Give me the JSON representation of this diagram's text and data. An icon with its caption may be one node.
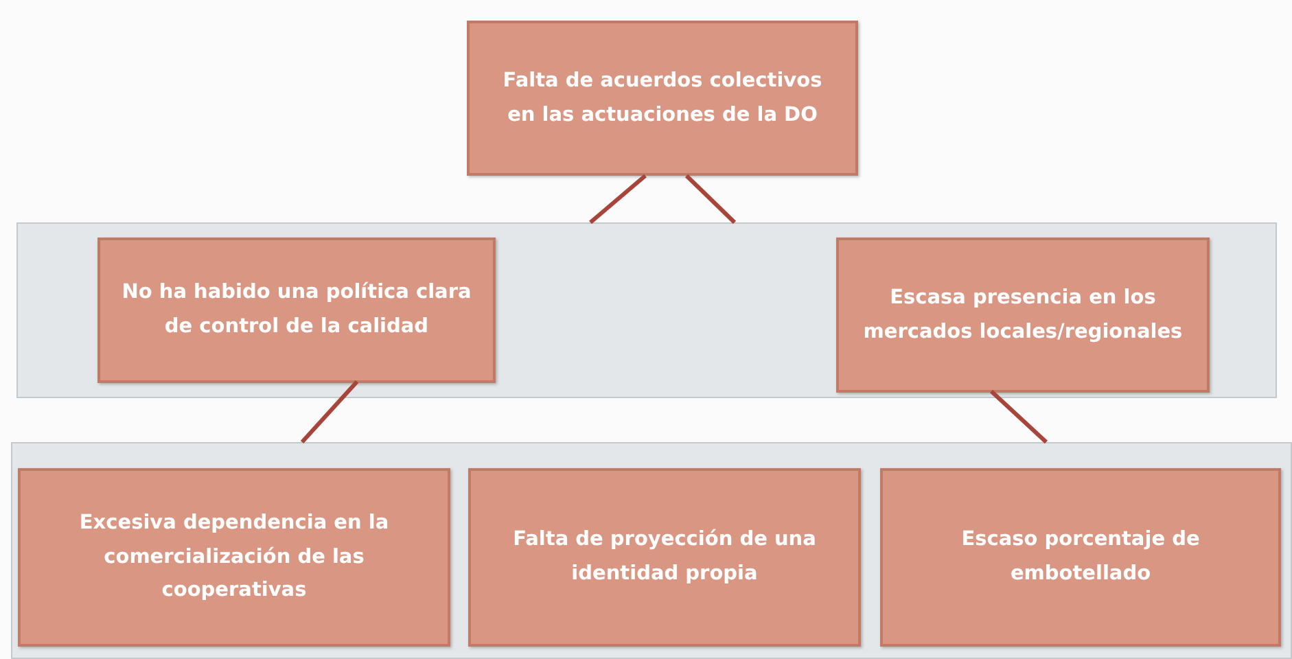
{
  "diagram": {
    "nodes": [
      {
        "text": [
          "Falta de acuerdos colectivos en las actuaciones de la DO"
        ]
      },
      {
        "text": [],
        "shape": "box"
      },
      {
        "text": [
          "No ha habido una política clara de control de la calidad"
        ],
        "in": 1
      },
      {
        "text": [
          "Escasa presencia en los mercados locales/regionales"
        ],
        "in": 1
      },
      {
        "text": [],
        "shape": "box"
      },
      {
        "text": [
          "Excesiva dependencia en la comercialización de las cooperativas"
        ],
        "in": 4
      },
      {
        "text": [
          "Falta de proyección de una identidad propia"
        ],
        "in": 4
      },
      {
        "text": [
          "Escaso porcentaje de embotellado"
        ],
        "in": 4
      }
    ],
    "edges": [
      {
        "from": 0,
        "to": 1,
        "arrow": "none"
      },
      {
        "from": 0,
        "to": 1,
        "arrow": "none"
      },
      {
        "from": 2,
        "to": 4,
        "arrow": "none"
      },
      {
        "from": 3,
        "to": 4,
        "arrow": "none"
      }
    ]
  }
}
